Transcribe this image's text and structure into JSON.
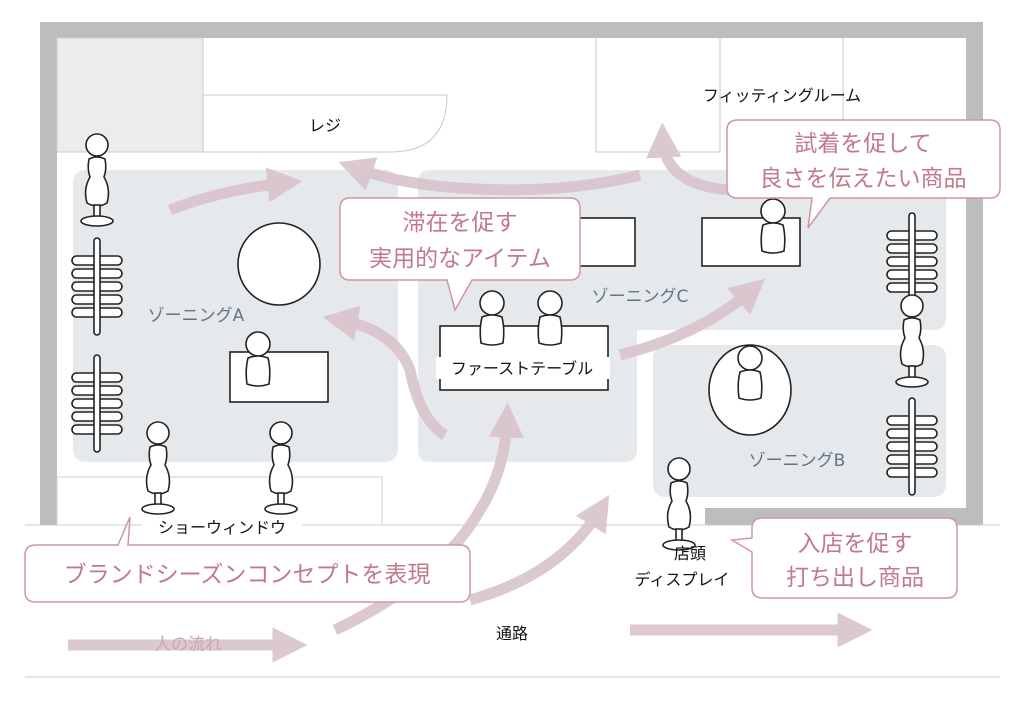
{
  "labels": {
    "register": "レジ",
    "fitting_room": "フィッティングルーム",
    "zone_a": "ゾーニングA",
    "zone_b": "ゾーニングB",
    "zone_c": "ゾーニングC",
    "first_table": "ファーストテーブル",
    "show_window": "ショーウィンドウ",
    "storefront_display_1": "店頭",
    "storefront_display_2": "ディスプレイ",
    "aisle": "通路",
    "people_flow": "人の流れ"
  },
  "callouts": {
    "stay": [
      "滞在を促す",
      "実用的なアイテム"
    ],
    "try_on": [
      "試着を促して",
      "良さを伝えたい商品"
    ],
    "brand": [
      "ブランドシーズンコンセプトを表現"
    ],
    "enter": [
      "入店を促す",
      "打ち出し商品"
    ]
  },
  "colors": {
    "wall": "#bdbdbd",
    "zone": "#e6e9ec",
    "flow_arrow": "#d9c3cc",
    "callout": "#c27a8a",
    "zone_label": "#5b7888"
  }
}
